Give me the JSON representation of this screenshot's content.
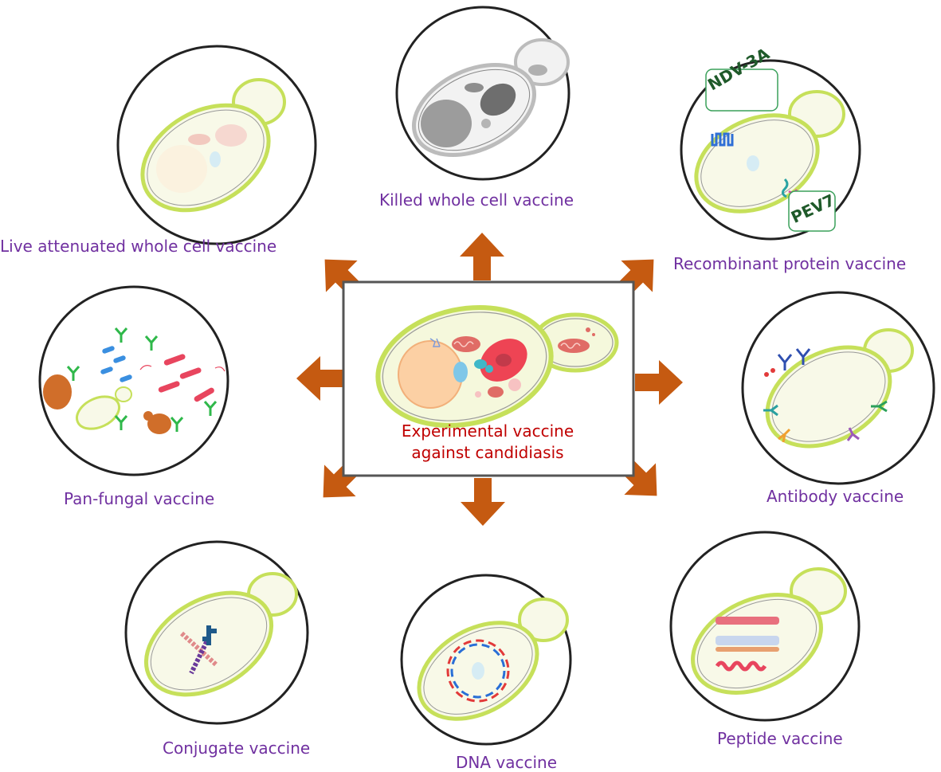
{
  "center": {
    "line1": "Experimental vaccine",
    "line2": "against candidiasis"
  },
  "vaccines": {
    "live_attenuated": "Live attenuated whole cell vaccine",
    "killed": "Killed whole cell vaccine",
    "recombinant": "Recombinant protein vaccine",
    "pan_fungal": "Pan-fungal vaccine",
    "antibody": "Antibody vaccine",
    "conjugate": "Conjugate vaccine",
    "dna": "DNA vaccine",
    "peptide": "Peptide vaccine"
  },
  "antigens": {
    "ndv3a": "NDV-3A",
    "pev7": "PEV7"
  },
  "colors": {
    "arrow": "#c55a11",
    "label": "#7030a0",
    "center_label": "#c00000",
    "cell_wall": "#c6e05a"
  }
}
